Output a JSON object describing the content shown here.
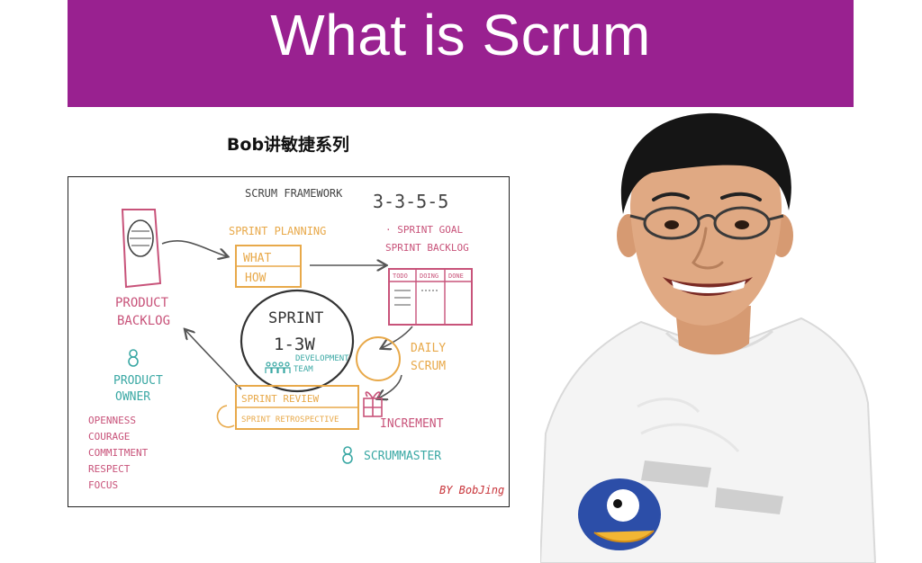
{
  "title": "What is Scrum",
  "subtitle": "Bob讲敏捷系列",
  "sketch": {
    "heading": "SCRUM FRAMEWORK",
    "numbers": "3-3-5-5",
    "product_backlog": [
      "PRODUCT",
      "BACKLOG"
    ],
    "sprint_planning": "SPRINT PLANNING",
    "what": "WHAT",
    "how": "HOW",
    "sprint_goal": "· SPRINT GOAL",
    "sprint_backlog": "SPRINT BACKLOG",
    "board_cols": [
      "TODO",
      "DOING",
      "DONE"
    ],
    "sprint": "SPRINT",
    "duration": "1-3W",
    "dev_team": [
      "DEVELOPMENT",
      "TEAM"
    ],
    "daily_scrum": [
      "DAILY",
      "SCRUM"
    ],
    "product_owner": [
      "PRODUCT",
      "OWNER"
    ],
    "sprint_review": "SPRINT REVIEW",
    "sprint_retro": "SPRINT RETROSPECTIVE",
    "increment": "INCREMENT",
    "values": [
      "OPENNESS",
      "COURAGE",
      "COMMITMENT",
      "RESPECT",
      "FOCUS"
    ],
    "scrum_master": "SCRUMMASTER",
    "signature": "BY BobJing"
  },
  "colors": {
    "banner": "#992190",
    "pink": "#c8537a",
    "orange": "#e8a94a",
    "teal": "#3aa8a4",
    "gray": "#555555",
    "red_sign": "#c8343a"
  }
}
